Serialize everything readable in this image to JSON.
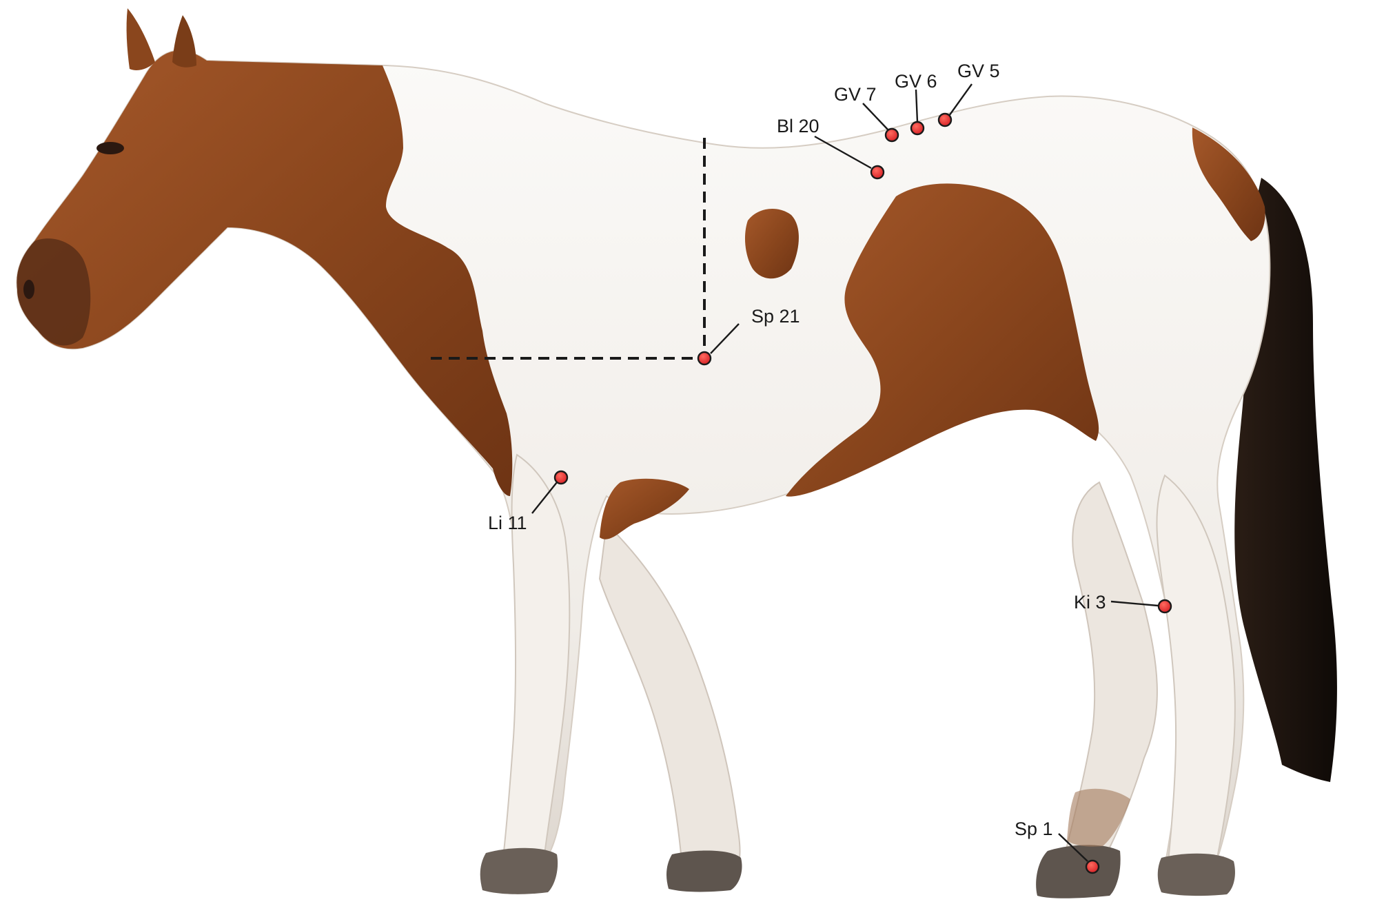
{
  "figure": {
    "background": "#ffffff",
    "subject": "horse-photo",
    "colors": {
      "coat_chestnut": "#8e4a1f",
      "coat_white": "#f6f3ef",
      "tail_dark": "#1c1410",
      "hoof": "#5e554e",
      "point_marker": "#e0262a",
      "line": "#1a1a1a"
    }
  },
  "points": [
    {
      "id": "gv7",
      "label": "GV 7"
    },
    {
      "id": "gv6",
      "label": "GV 6"
    },
    {
      "id": "gv5",
      "label": "GV 5"
    },
    {
      "id": "bl20",
      "label": "Bl 20"
    },
    {
      "id": "sp21",
      "label": "Sp 21"
    },
    {
      "id": "li11",
      "label": "Li 11"
    },
    {
      "id": "ki3",
      "label": "Ki 3"
    },
    {
      "id": "sp1",
      "label": "Sp 1"
    }
  ]
}
